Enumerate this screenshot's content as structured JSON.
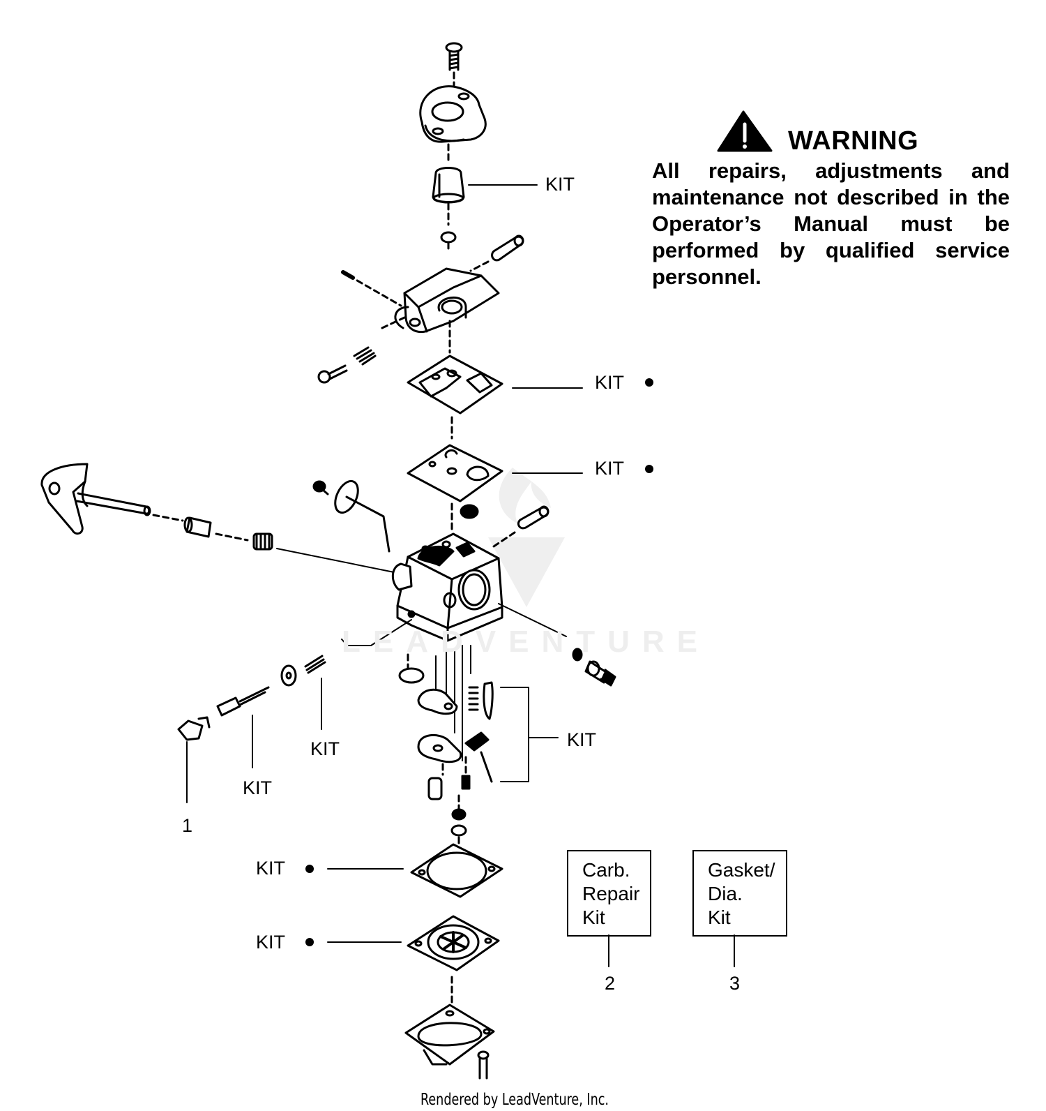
{
  "warning": {
    "title": "WARNING",
    "body": "All repairs, adjustments and maintenance not described in the Operator’s Manual must be performed by qualified service personnel.",
    "icon": "warning-triangle-icon"
  },
  "labels": {
    "kit": "KIT",
    "kit_marker": "•"
  },
  "callouts": {
    "one": "1",
    "two": "2",
    "three": "3"
  },
  "boxes": {
    "carb_repair": "Carb.\nRepair\nKit",
    "gasket_dia": "Gasket/\nDia.\nKit"
  },
  "watermark": {
    "text": "LEADVENTURE"
  },
  "footer": {
    "credit": "Rendered by LeadVenture, Inc."
  }
}
